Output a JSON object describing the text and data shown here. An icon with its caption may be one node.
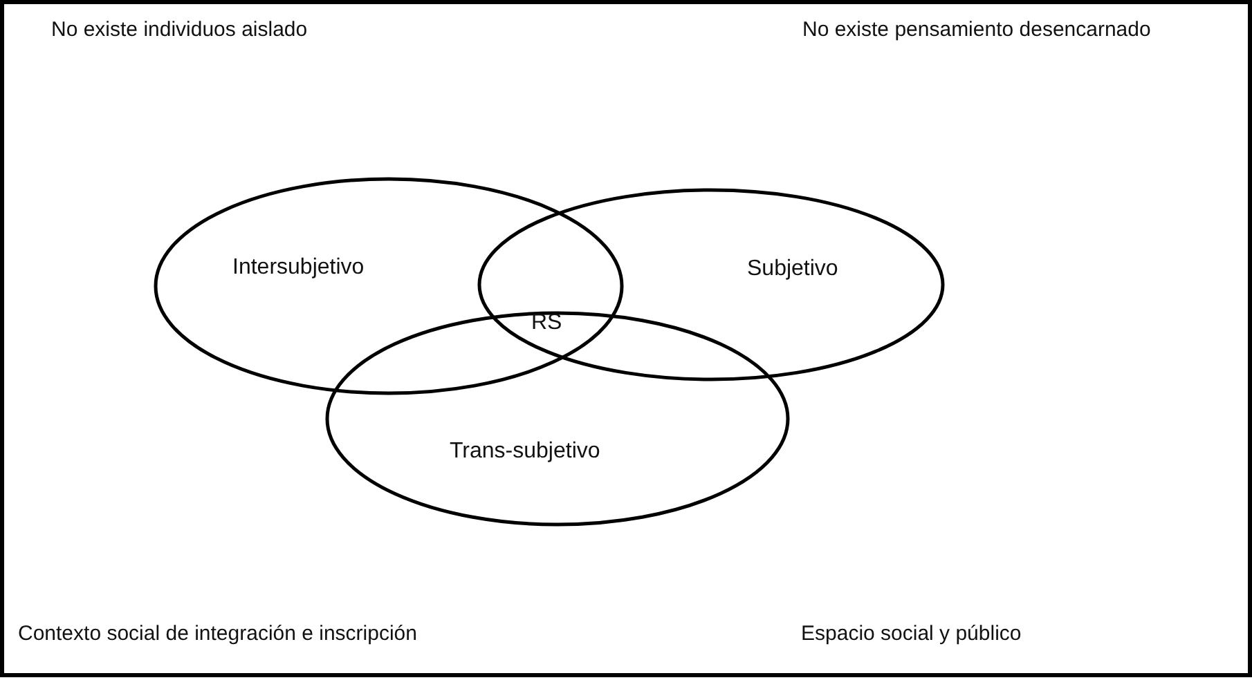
{
  "diagram": {
    "nodes": [
      {
        "text": [
          "Intersubjetivo"
        ]
      },
      {
        "text": [
          "Subjetivo"
        ]
      },
      {
        "text": [
          "Trans-subjetivo"
        ]
      }
    ],
    "labels": [
      "No existe individuos aislado",
      "No existe pensamiento desencarnado",
      "RS",
      "Contexto social de integración e inscripción",
      "Espacio social y público"
    ]
  }
}
